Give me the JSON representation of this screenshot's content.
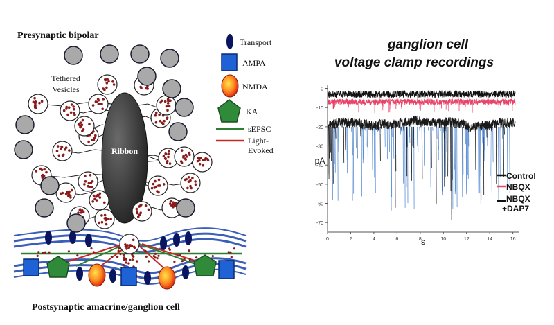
{
  "diagram": {
    "top_title": "Presynaptic bipolar",
    "bottom_title": "Postsynaptic amacrine/ganglion cell",
    "vesicle_label_line1": "Tethered",
    "vesicle_label_line2": "Vesicles",
    "ribbon_label": "Ribbon",
    "legend": {
      "transport": "Transport",
      "ampa": "AMPA",
      "nmda": "NMDA",
      "ka": "KA",
      "sepsc": "sEPSC",
      "light_line1": "Light-",
      "light_line2": "Evoked"
    },
    "colors": {
      "vesicle_fill": "#8b1a1a",
      "vesicle_empty": "#a9a9a9",
      "ribbon": "#3a3a3a",
      "transporter": "#0a1560",
      "ampa": "#1e62d6",
      "ka": "#2f8a3a",
      "membrane": "#3b5fb8",
      "sepsc_line": "#2e7d32",
      "light_line": "#c62828"
    }
  },
  "chart_data": {
    "type": "line",
    "title_line1": "ganglion cell",
    "title_line2": "voltage clamp recordings",
    "xlabel": "s",
    "ylabel": "pA",
    "xlim": [
      0,
      16.5
    ],
    "ylim": [
      -75,
      2
    ],
    "xticks": [
      "0",
      "2",
      "4",
      "6",
      "8",
      "10",
      "12",
      "14",
      "16"
    ],
    "yticks": [
      "0",
      "-10",
      "-20",
      "-30",
      "-40",
      "-50",
      "-60",
      "-70"
    ],
    "series": [
      {
        "name": "Control",
        "color": "#1a1a1a",
        "baseline": -19
      },
      {
        "name": "NBQX",
        "color": "#e8456b",
        "baseline": -7
      },
      {
        "name": "NBQX +DAP7",
        "color": "#111111",
        "baseline": -3
      }
    ],
    "legend_labels": [
      "Control",
      "NBQX",
      "NBQX",
      "+DAP7"
    ]
  }
}
